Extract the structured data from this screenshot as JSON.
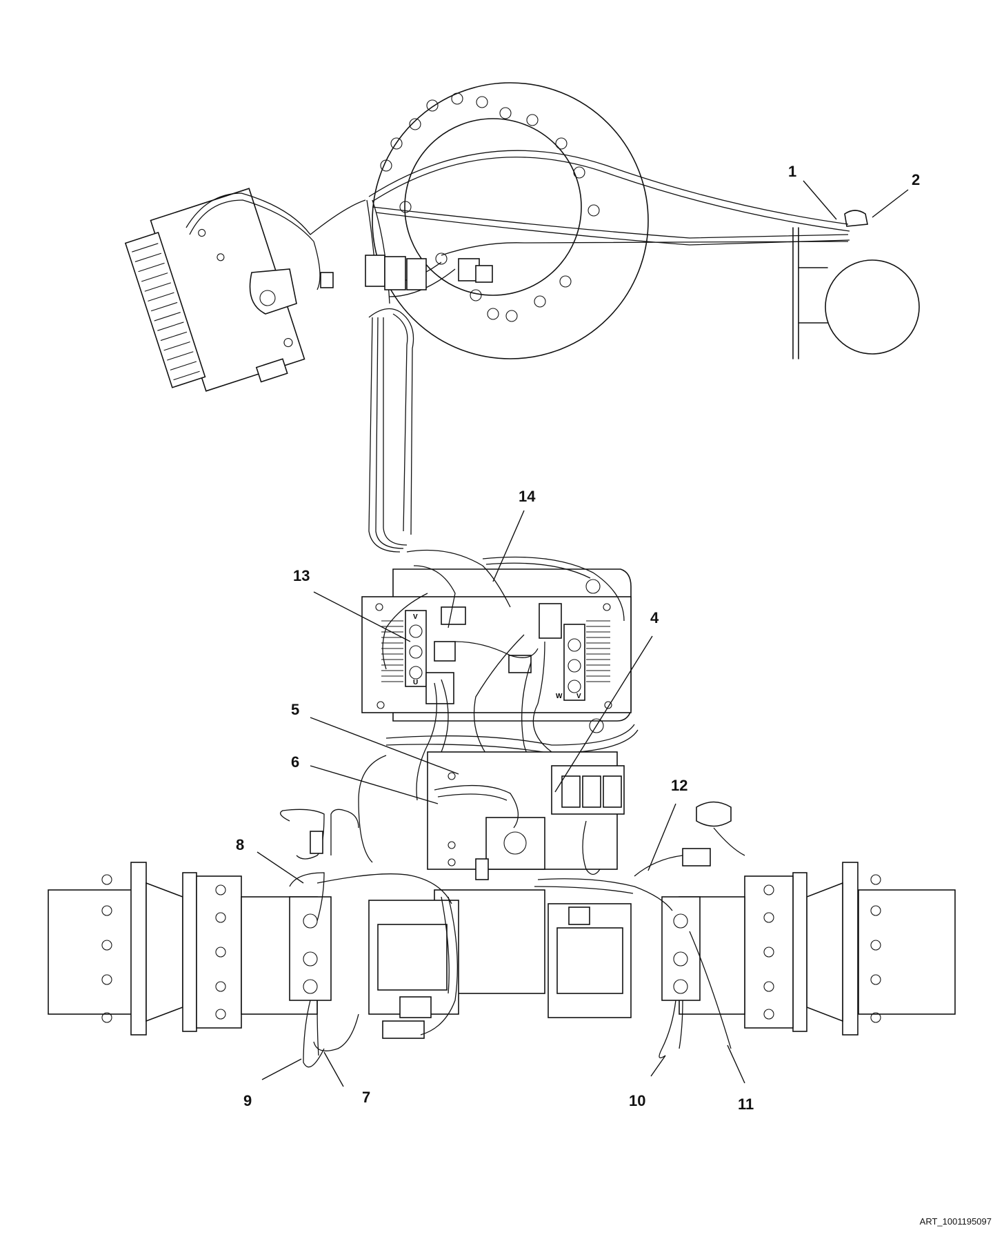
{
  "callouts": [
    {
      "id": "1",
      "label": "1"
    },
    {
      "id": "2",
      "label": "2"
    },
    {
      "id": "4",
      "label": "4"
    },
    {
      "id": "5",
      "label": "5"
    },
    {
      "id": "6",
      "label": "6"
    },
    {
      "id": "7",
      "label": "7"
    },
    {
      "id": "8",
      "label": "8"
    },
    {
      "id": "9",
      "label": "9"
    },
    {
      "id": "10",
      "label": "10"
    },
    {
      "id": "11",
      "label": "11"
    },
    {
      "id": "12",
      "label": "12"
    },
    {
      "id": "13",
      "label": "13"
    },
    {
      "id": "14",
      "label": "14"
    }
  ],
  "controller_markings": {
    "left_v": "V",
    "left_u": "U",
    "right_w": "W",
    "right_v": "V"
  },
  "art_reference": "ART_1001195097"
}
